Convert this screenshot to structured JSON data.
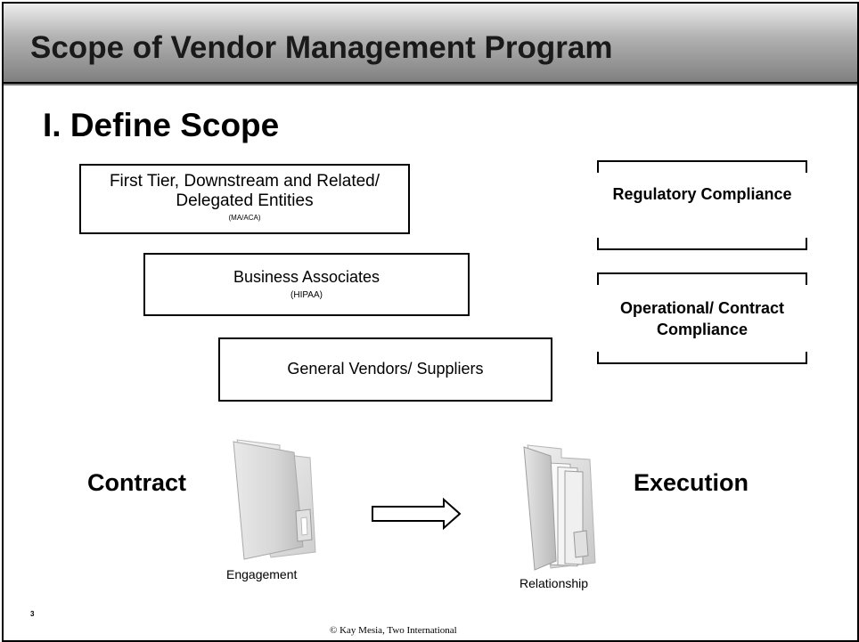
{
  "header": {
    "title": "Scope of Vendor Management Program"
  },
  "section": {
    "title": "I.  Define Scope"
  },
  "scope_boxes": [
    {
      "label": "First Tier, Downstream and Related/ Delegated Entities",
      "note": "(MA/ACA)"
    },
    {
      "label": "Business Associates",
      "note": "(HIPAA)"
    },
    {
      "label": "General Vendors/ Suppliers",
      "note": ""
    }
  ],
  "compliance": [
    {
      "label": "Regulatory Compliance"
    },
    {
      "label": "Operational/ Contract Compliance"
    }
  ],
  "flow": {
    "left_label": "Contract",
    "right_label": "Execution",
    "left_caption": "Engagement",
    "right_caption": "Relationship",
    "left_icon": "empty-folder-icon",
    "right_icon": "filled-folder-icon",
    "arrow_icon": "right-arrow-icon"
  },
  "footer": {
    "page_number": "3",
    "copyright": "© Kay Mesia, Two International"
  }
}
